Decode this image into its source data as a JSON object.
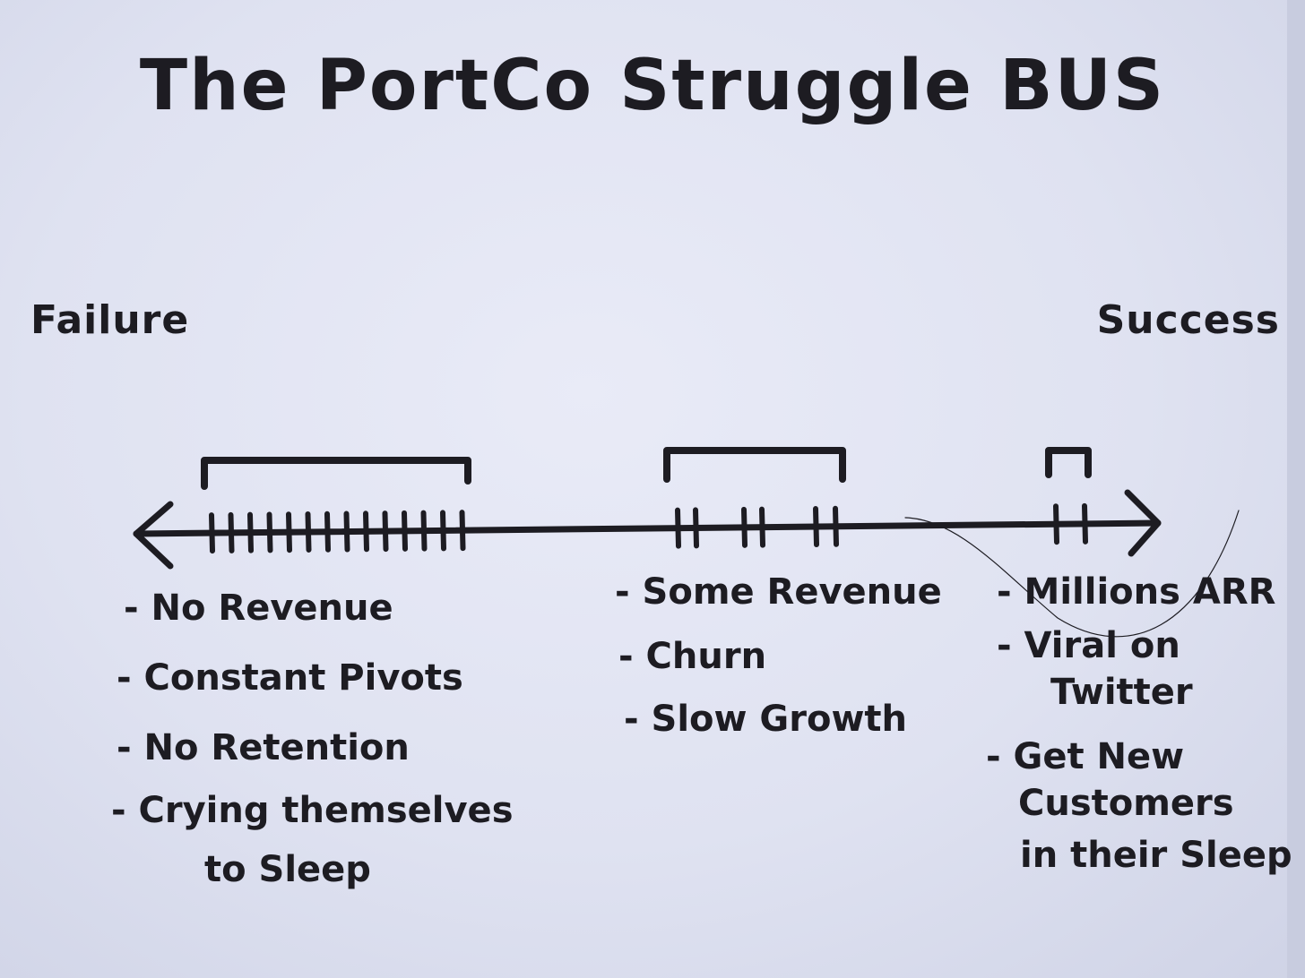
{
  "title": "The PortCo Struggle BUS",
  "ends": {
    "left": "Failure",
    "right": "Success"
  },
  "groups": [
    {
      "id": "failure",
      "lines": [
        "- No Revenue",
        "- Constant Pivots",
        "- No Retention",
        "- Crying themselves",
        "to Sleep"
      ]
    },
    {
      "id": "middle",
      "lines": [
        "- Some Revenue",
        "- Churn",
        "- Slow Growth"
      ]
    },
    {
      "id": "success",
      "lines": [
        "- Millions ARR",
        "- Viral on",
        "Twitter",
        "- Get New",
        "Customers",
        "in their Sleep"
      ]
    }
  ],
  "colors": {
    "ink": "#1d1c22",
    "paper": "#e4e7f4"
  }
}
